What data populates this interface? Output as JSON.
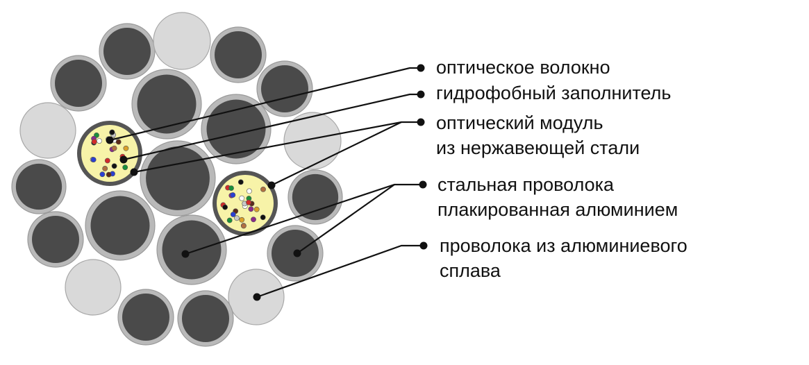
{
  "labels": {
    "optical_fiber": "оптическое волокно",
    "hydrophobic_filler": "гидрофобный заполнитель",
    "optical_module_line1": "оптический модуль",
    "optical_module_line2": "из нержавеющей стали",
    "steel_wire_line1": "стальная проволока",
    "steel_wire_line2": "плакированная алюминием",
    "alloy_wire_line1": "проволока из алюминиевого",
    "alloy_wire_line2": "сплава"
  },
  "colors": {
    "aluminum_clad_steel_core": "#4a4a4a",
    "aluminum_cladding": "#b9b9b9",
    "aluminum_alloy_wire": "#d9d9d9",
    "gel_filler": "#f7f3a8",
    "steel_tube": "#555555",
    "leader_line": "#111111"
  },
  "fiber_colors": [
    "#1a8f3a",
    "#d22a2a",
    "#2a3fd2",
    "#111111",
    "#ffffff",
    "#8a2a8a",
    "#d9a02a",
    "#b07040",
    "#c8c8c8",
    "#5a2a1a"
  ]
}
